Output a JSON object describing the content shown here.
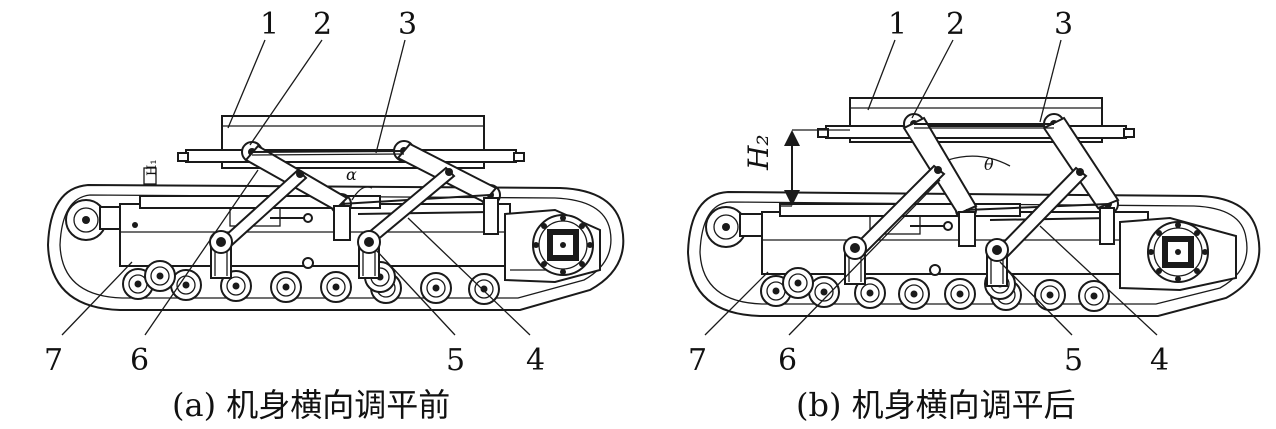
{
  "panels": [
    {
      "caption": "(a) 机身横向调平前",
      "labels": {
        "n1": "1",
        "n2": "2",
        "n3": "3",
        "n4": "4",
        "n5": "5",
        "n6": "6",
        "n7": "7"
      },
      "annotations": {
        "angle": "α",
        "height": "H₁"
      }
    },
    {
      "caption": "(b) 机身横向调平后",
      "labels": {
        "n1": "1",
        "n2": "2",
        "n3": "3",
        "n4": "4",
        "n5": "5",
        "n6": "6",
        "n7": "7"
      },
      "annotations": {
        "angle": "θ",
        "height": "H₂"
      }
    }
  ],
  "colors": {
    "line": "#1a1a1a",
    "background": "#ffffff",
    "shade": "#e6e6e6"
  }
}
